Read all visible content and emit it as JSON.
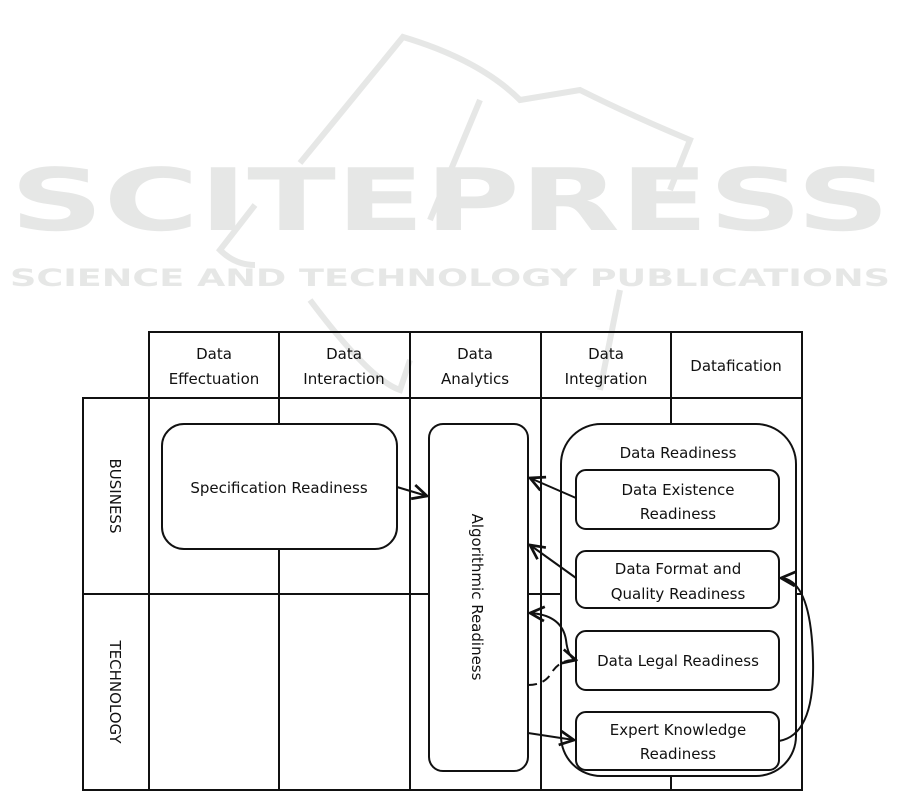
{
  "watermark": {
    "title": "SCITEPRESS",
    "subtitle": "SCIENCE AND TECHNOLOGY PUBLICATIONS"
  },
  "columns": [
    {
      "line1": "Data",
      "line2": "Effectuation"
    },
    {
      "line1": "Data",
      "line2": "Interaction"
    },
    {
      "line1": "Data",
      "line2": "Analytics"
    },
    {
      "line1": "Data",
      "line2": "Integration"
    },
    {
      "line1": "Datafication",
      "line2": ""
    }
  ],
  "rows": [
    {
      "label": "BUSINESS"
    },
    {
      "label": "TECHNOLOGY"
    }
  ],
  "nodes": {
    "specification": "Specification Readiness",
    "algorithmic": "Algorithmic Readiness",
    "data_readiness": "Data Readiness",
    "existence": {
      "line1": "Data Existence",
      "line2": "Readiness"
    },
    "format": {
      "line1": "Data Format and",
      "line2": "Quality Readiness"
    },
    "legal": "Data Legal Readiness",
    "expert": {
      "line1": "Expert Knowledge",
      "line2": "Readiness"
    }
  },
  "edges": [
    {
      "from": "Specification Readiness",
      "to": "Algorithmic Readiness",
      "style": "solid"
    },
    {
      "from": "Data Existence Readiness",
      "to": "Algorithmic Readiness",
      "style": "solid"
    },
    {
      "from": "Data Format and Quality Readiness",
      "to": "Algorithmic Readiness",
      "style": "solid"
    },
    {
      "from": "Data Legal Readiness",
      "to": "Algorithmic Readiness",
      "style": "solid-bidirectional"
    },
    {
      "from": "Algorithmic Readiness",
      "to": "Data Legal Readiness",
      "style": "dashed"
    },
    {
      "from": "Algorithmic Readiness",
      "to": "Expert Knowledge Readiness",
      "style": "solid"
    },
    {
      "from": "Expert Knowledge Readiness",
      "to": "Data Format and Quality Readiness",
      "style": "solid"
    }
  ],
  "colors": {
    "line": "#111111",
    "watermark": "#e6e7e6"
  }
}
